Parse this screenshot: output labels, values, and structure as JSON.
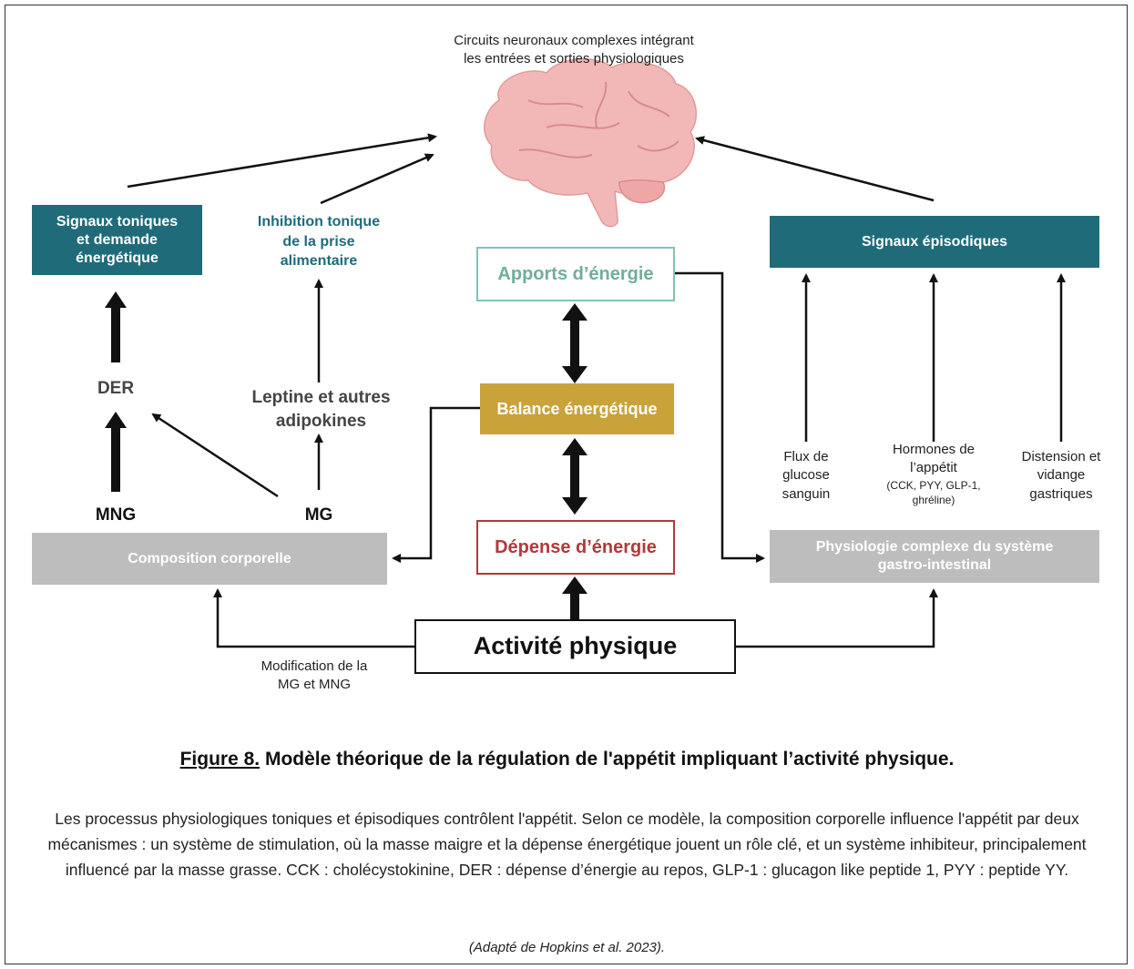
{
  "top_label": {
    "line1": "Circuits neuronaux complexes intégrant",
    "line2": "les entrées et sorties physiologiques"
  },
  "brain": {
    "icon": "brain-icon",
    "color": "#f2b8b8"
  },
  "boxes": {
    "tonic_signals": [
      "Signaux toniques",
      "et demande",
      "énergétique"
    ],
    "episodic_signals": "Signaux épisodiques",
    "energy_intake": "Apports d’énergie",
    "energy_balance": "Balance énergétique",
    "energy_expenditure": "Dépense d’énergie",
    "body_composition": "Composition corporelle",
    "gi_physiology": [
      "Physiologie complexe du système",
      "gastro-intestinal"
    ],
    "physical_activity": "Activité physique"
  },
  "labels": {
    "inhibition": [
      "Inhibition tonique",
      "de la prise",
      "alimentaire"
    ],
    "der": "DER",
    "leptine": [
      "Leptine et autres",
      "adipokines"
    ],
    "mng": "MNG",
    "mg": "MG",
    "glucose": [
      "Flux de",
      "glucose",
      "sanguin"
    ],
    "hormones": [
      "Hormones de",
      "l’appétit"
    ],
    "hormones_list": [
      "(CCK, PYY, GLP-1,",
      "ghréline)"
    ],
    "distension": [
      "Distension et",
      "vidange",
      "gastriques"
    ],
    "modification": [
      "Modification de la",
      "MG et MNG"
    ]
  },
  "figure": {
    "number": "Figure 8.",
    "title": " Modèle théorique de la régulation de l'appétit impliquant l’activité physique.",
    "caption": "Les processus physiologiques toniques et épisodiques contrôlent l'appétit. Selon ce modèle, la composition corporelle influence l'appétit par deux mécanismes : un système de stimulation, où la masse maigre et la dépense énergétique jouent un rôle clé, et un système inhibiteur, principalement influencé par la masse grasse. CCK : cholécystokinine, DER : dépense d’énergie au repos, GLP-1 : glucagon like peptide 1, PYY : peptide YY.",
    "source": "(Adapté de Hopkins et al. 2023)."
  },
  "colors": {
    "teal": "#1f6b7a",
    "grey": "#bdbdbd",
    "mint_outline": "#7fc4b6",
    "gold": "#c9a23a",
    "red": "#b03a3a"
  }
}
